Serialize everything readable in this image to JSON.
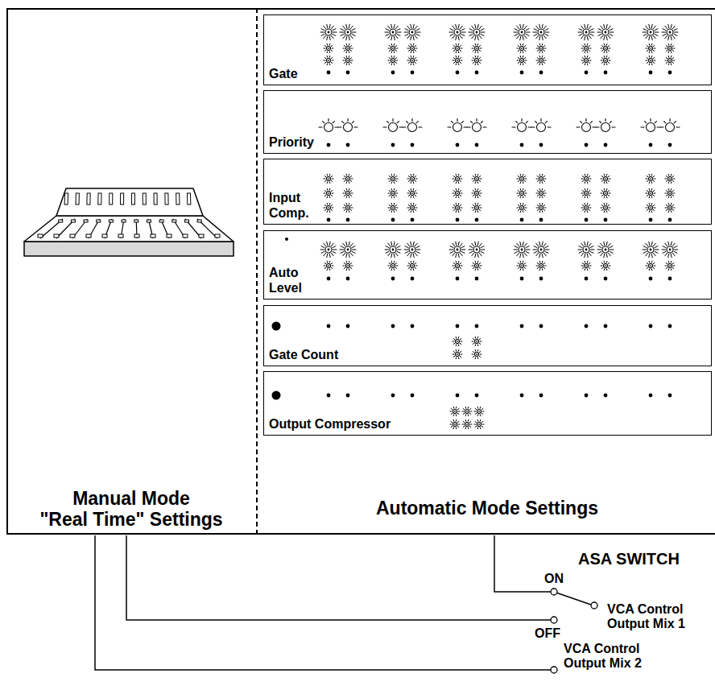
{
  "diagram": {
    "nodes": [
      {
        "text": [
          "Manual Mode \"Real Time\" Settings"
        ]
      },
      {
        "text": [
          "Automatic Mode Settings"
        ]
      },
      {
        "text": [
          "Gate"
        ],
        "in": 1
      },
      {
        "text": [
          "Priority"
        ],
        "in": 1
      },
      {
        "text": [
          "Input Comp."
        ],
        "in": 1
      },
      {
        "text": [
          "Auto Level"
        ],
        "in": 1
      },
      {
        "text": [
          "Gate Count"
        ],
        "in": 1
      },
      {
        "text": [
          "Output Compressor"
        ],
        "in": 1
      }
    ],
    "labels": [
      "ASA SWITCH",
      "ON",
      "OFF",
      "VCA Control Output Mix 1",
      "VCA Control Output Mix 2"
    ]
  }
}
